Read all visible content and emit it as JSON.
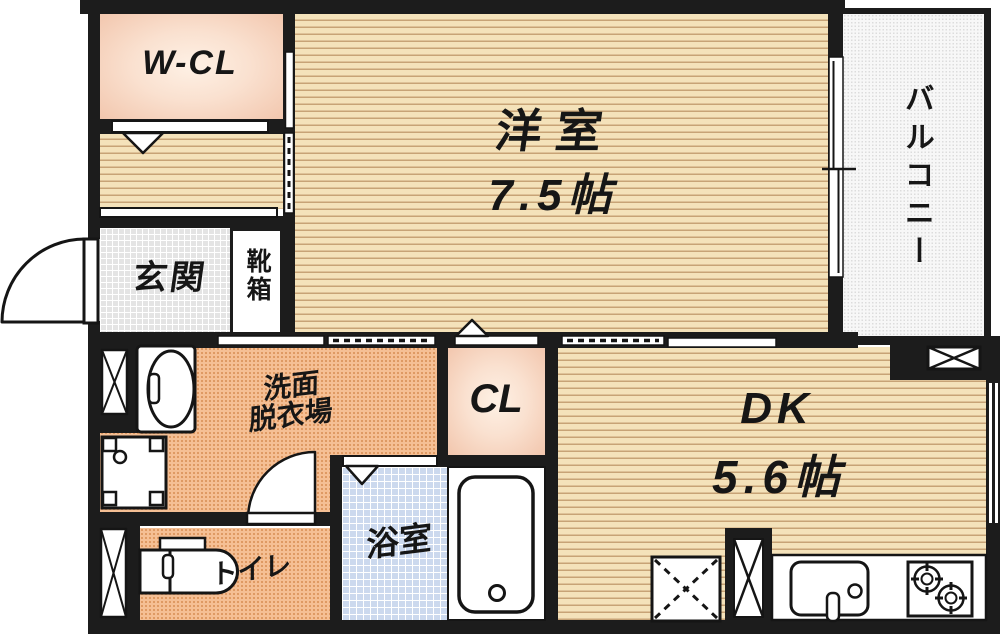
{
  "rooms": {
    "walk_in_closet": {
      "label": "W-CL"
    },
    "western_room": {
      "label": "洋室",
      "size": "7.5帖"
    },
    "balcony": {
      "label": "バルコニー"
    },
    "entrance": {
      "label": "玄関"
    },
    "shoe_box": {
      "label": "靴箱"
    },
    "washroom": {
      "line1": "洗面",
      "line2": "脱衣場"
    },
    "closet": {
      "label": "CL"
    },
    "dining_kitchen": {
      "label": "DK",
      "size": "5.6帖"
    },
    "bathroom": {
      "label": "浴室"
    },
    "toilet": {
      "label": "トイレ"
    }
  },
  "colors": {
    "wall": "#1c1c1c",
    "flooring_base": "#f4e2ba",
    "flooring_stripe": "#c7a376",
    "washroom_floor": "#f5bf94",
    "entrance_floor": "#e4e4e4",
    "bathroom_floor": "#ccd9ee",
    "closet_fill": "#f6cfb8",
    "balcony_floor": "#f7f7f7",
    "text": "#161616"
  }
}
